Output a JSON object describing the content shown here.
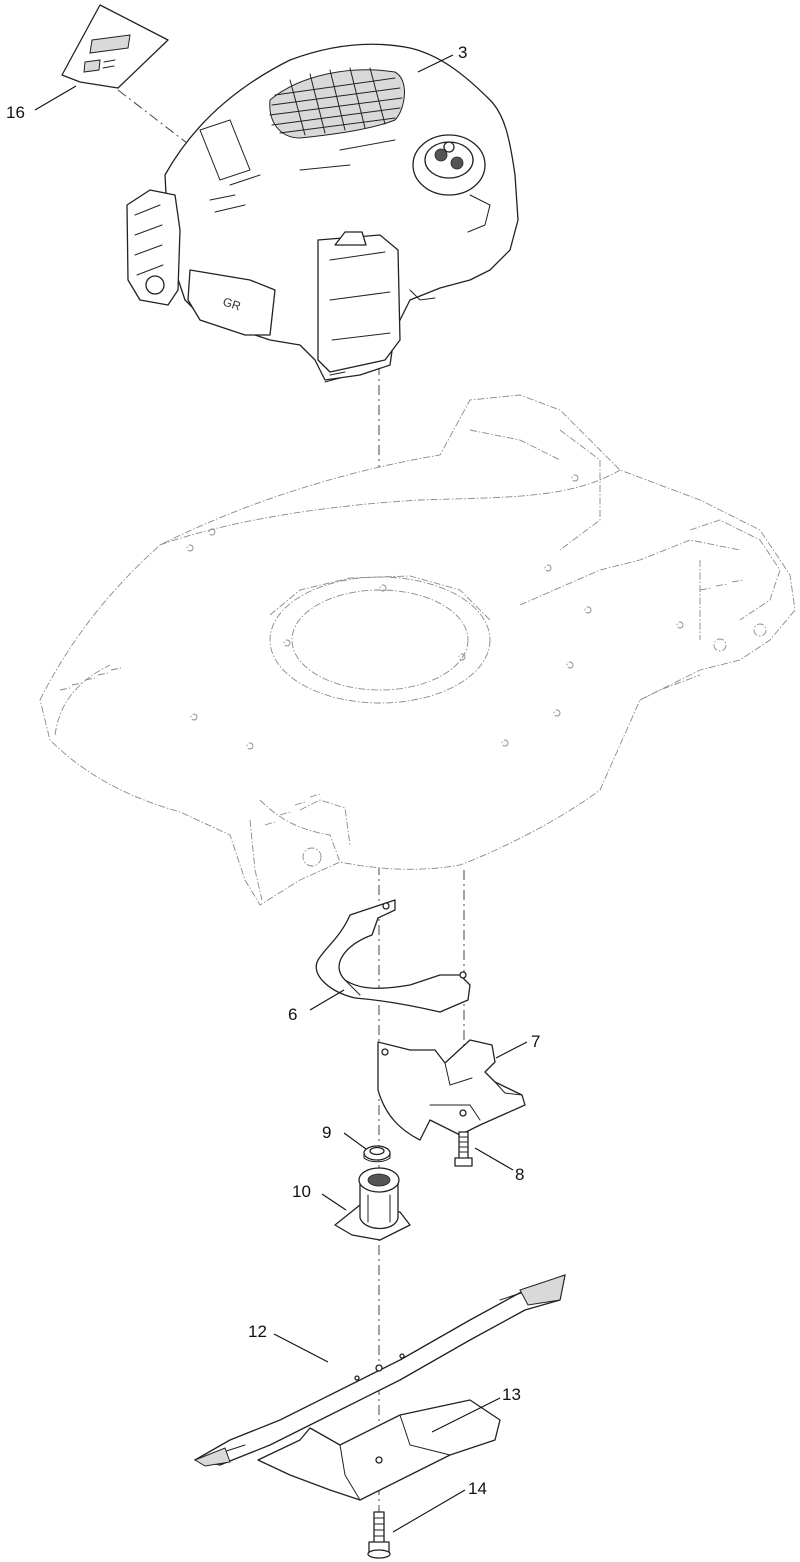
{
  "callouts": [
    {
      "id": "3",
      "label": "3"
    },
    {
      "id": "16",
      "label": "16"
    },
    {
      "id": "6",
      "label": "6"
    },
    {
      "id": "7",
      "label": "7"
    },
    {
      "id": "9",
      "label": "9"
    },
    {
      "id": "8",
      "label": "8"
    },
    {
      "id": "10",
      "label": "10"
    },
    {
      "id": "12",
      "label": "12"
    },
    {
      "id": "13",
      "label": "13"
    },
    {
      "id": "14",
      "label": "14"
    }
  ]
}
